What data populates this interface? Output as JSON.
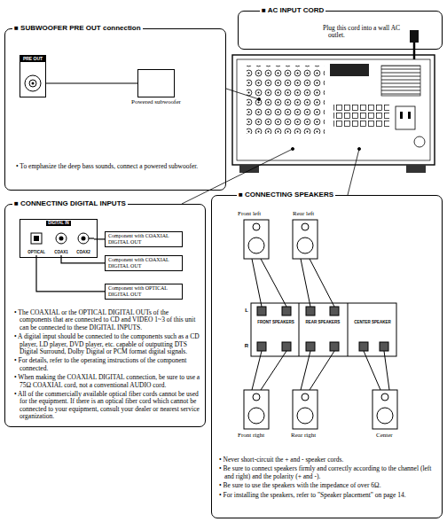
{
  "diagram": {
    "nodes": [
      {
        "text": [
          "■ SUBWOOFER PRE OUT connection",
          "• To emphasize the deep bass sounds, connect a powered subwoofer."
        ]
      },
      {
        "text": [
          "PRE OUT"
        ],
        "in": 0
      },
      {
        "text": [
          "Powered subwoofer"
        ],
        "in": 0
      },
      {
        "text": [
          "■ AC INPUT CORD",
          "Plug this cord into a wall AC outlet."
        ]
      },
      {
        "text": [
          "■ CONNECTING DIGITAL INPUTS",
          "• The COAXIAL or the OPTICAL DIGITAL OUTs of the components that are connected to CD and VIDEO 1~3 of this unit can be connected to these DIGITAL INPUTS.",
          "• A digital input should be connected to the components such as a CD player, LD player, DVD player, etc. capable of outputting DTS Digital Surround, Dolby Digital or PCM format digital signals.",
          "• For details, refer to the operating instructions of the component connected.",
          "• When making the COAXIAL DIGITAL connection, be sure to use a 75Ω COAXIAL cord, not a conventional AUDIO cord.",
          "• All of the commercially available optical fiber cords cannot be used for the equipment. If there is an optical fiber cord which cannot be connected to your equipment, consult your dealer or nearest service organization."
        ]
      },
      {
        "text": [
          "DIGITAL IN"
        ],
        "in": 4
      },
      {
        "text": [
          "OPTICAL"
        ],
        "in": 5
      },
      {
        "text": [
          "COAX1"
        ],
        "in": 5
      },
      {
        "text": [
          "COAX2"
        ],
        "in": 5
      },
      {
        "text": [
          "Component with COAXIAL DIGITAL OUT"
        ],
        "in": 4
      },
      {
        "text": [
          "Component with COAXIAL DIGITAL OUT"
        ],
        "in": 4
      },
      {
        "text": [
          "Component with OPTICAL DIGITAL OUT"
        ],
        "in": 4
      },
      {
        "text": [
          "■ CONNECTING SPEAKERS",
          "• Never short-circuit the + and - speaker cords.",
          "• Be sure to connect speakers firmly and correctly according to the channel (left and right) and the polarity (+ and -).",
          "• Be sure to use the speakers with the impedance of over 6Ω.",
          "• For installing the speakers, refer to \"Speaker placement\" on page 14."
        ]
      }
    ],
    "edges": [
      {
        "from": 1,
        "to": 2,
        "arrow": "none"
      },
      {
        "from": 8,
        "to": 9,
        "arrow": "none"
      },
      {
        "from": 7,
        "to": 10,
        "arrow": "none"
      },
      {
        "from": 6,
        "to": 11,
        "arrow": "none"
      }
    ],
    "labels": [
      "Front left",
      "Rear left",
      "L",
      "FRONT SPEAKERS",
      "REAR SPEAKERS",
      "CENTER SPEAKER",
      "R",
      "Front right",
      "Rear right",
      "Center"
    ]
  }
}
